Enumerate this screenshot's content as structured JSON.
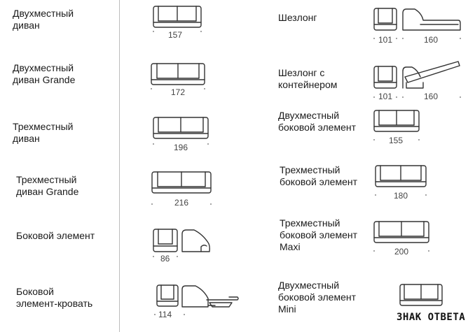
{
  "items": [
    {
      "label": "Двухместный\nдиван",
      "dim": "157"
    },
    {
      "label": "Двухместный\nдиван Grande",
      "dim": "172"
    },
    {
      "label": "Трехместный\nдиван",
      "dim": "196"
    },
    {
      "label": "Трехместный\nдиван Grande",
      "dim": "216"
    },
    {
      "label": "Боковой элемент",
      "dim": "86"
    },
    {
      "label": "Боковой\nэлемент-кровать",
      "dim": "114"
    },
    {
      "label": "Шезлонг",
      "dim1": "101",
      "dim2": "160"
    },
    {
      "label": "Шезлонг с\nконтейнером",
      "dim1": "101",
      "dim2": "160"
    },
    {
      "label": "Двухместный\nбоковой элемент",
      "dim": "155"
    },
    {
      "label": "Трехместный\nбоковой элемент",
      "dim": "180"
    },
    {
      "label": "Трехместный\nбоковой элемент\nMaxi",
      "dim": "200"
    },
    {
      "label": "Двухместный\nбоковой элемент\nMini"
    }
  ],
  "watermark": "ЗНАК ОТВЕТА"
}
